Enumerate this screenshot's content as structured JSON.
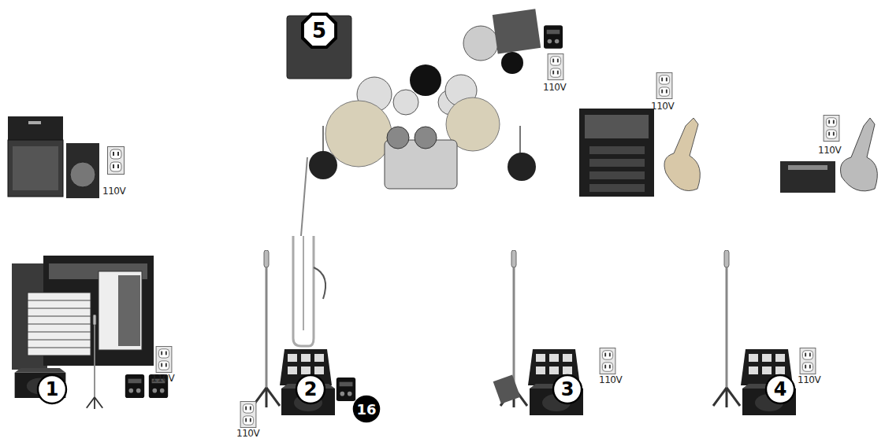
{
  "diagram": {
    "nodes": [
      {
        "text": [
          "5"
        ]
      },
      {
        "text": [
          "1"
        ]
      },
      {
        "text": [
          "2"
        ]
      },
      {
        "text": [
          "16"
        ]
      },
      {
        "text": [
          "3"
        ]
      },
      {
        "text": [
          "4"
        ]
      }
    ],
    "labels": [
      "110V",
      "110V",
      "110V",
      "110V",
      "110V",
      "110V",
      "110V",
      "110V"
    ]
  }
}
